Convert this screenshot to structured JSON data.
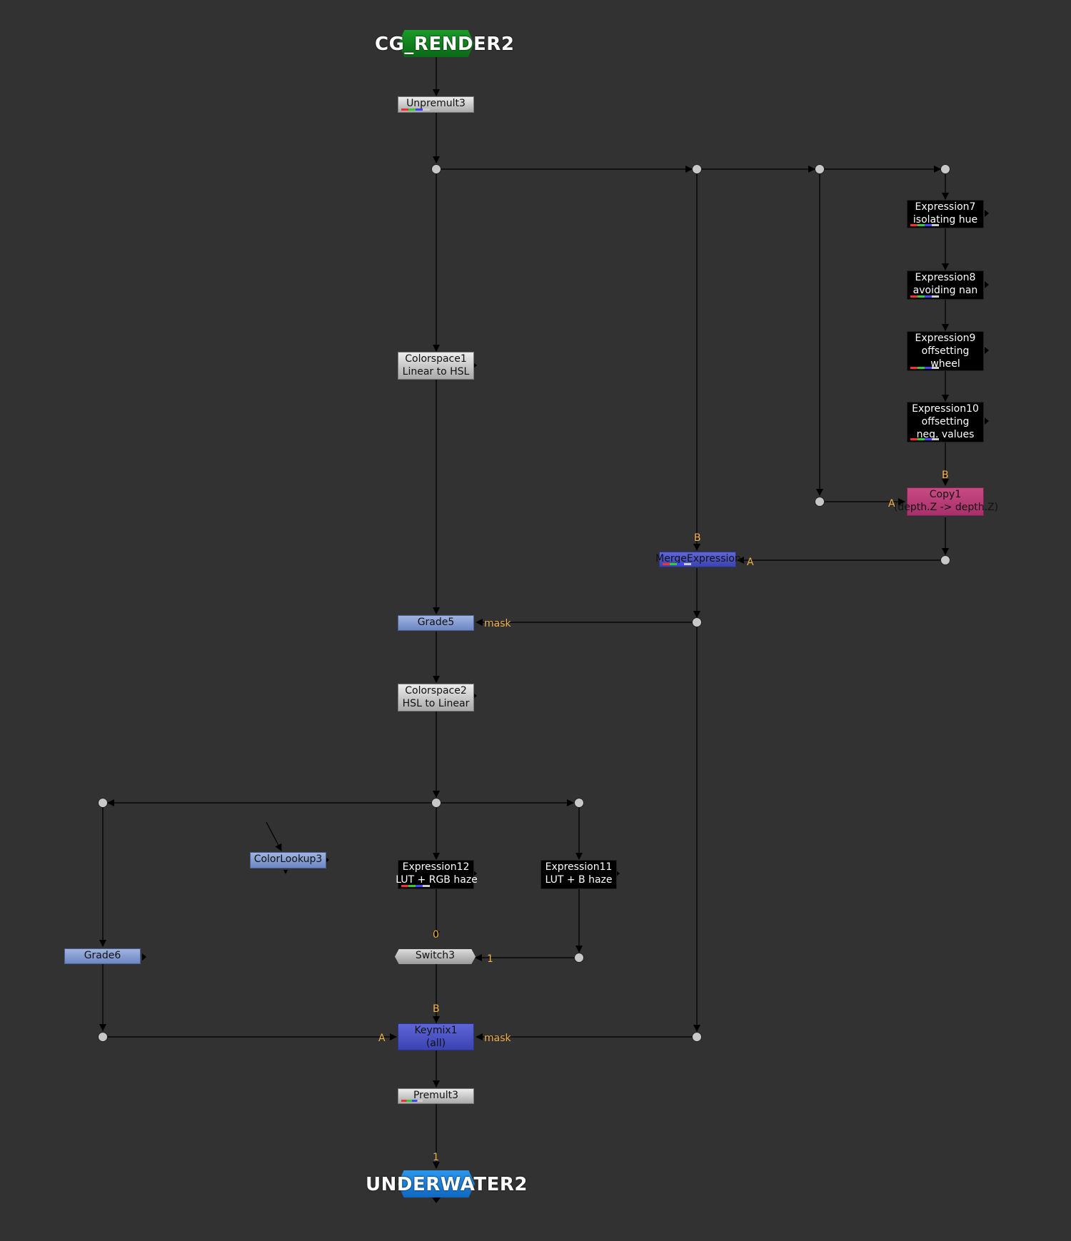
{
  "graph": {
    "read_node": {
      "title": "CG_RENDER2",
      "color": "#0a7a1a"
    },
    "write_node": {
      "title": "UNDERWATER2",
      "color": "#1a7fd6"
    },
    "nodes": {
      "unpremult": {
        "line1": "Unpremult3"
      },
      "colorspace1": {
        "line1": "Colorspace1",
        "line2": "Linear to HSL"
      },
      "grade5": {
        "line1": "Grade5"
      },
      "colorspace2": {
        "line1": "Colorspace2",
        "line2": "HSL to Linear"
      },
      "expression7": {
        "line1": "Expression7",
        "line2": "isolating hue"
      },
      "expression8": {
        "line1": "Expression8",
        "line2": "avoiding nan"
      },
      "expression9": {
        "line1": "Expression9",
        "line2": "offsetting",
        "line3": "wheel"
      },
      "expression10": {
        "line1": "Expression10",
        "line2": "offsetting",
        "line3": "neg. values"
      },
      "copy1": {
        "line1": "Copy1",
        "line2": "(depth.Z -> depth.Z)"
      },
      "mergeexpression": {
        "line1": "MergeExpression"
      },
      "colorlookup3": {
        "line1": "ColorLookup3"
      },
      "expression12": {
        "line1": "Expression12",
        "line2": "LUT + RGB haze"
      },
      "expression11": {
        "line1": "Expression11",
        "line2": "LUT + B haze"
      },
      "grade6": {
        "line1": "Grade6"
      },
      "switch3": {
        "line1": "Switch3"
      },
      "keymix1": {
        "line1": "Keymix1",
        "line2": "(all)"
      },
      "premult3": {
        "line1": "Premult3"
      }
    },
    "port_labels": {
      "copy_b": "B",
      "copy_a": "A",
      "merge_b": "B",
      "merge_a": "A",
      "grade5_mask": "mask",
      "switch_0": "0",
      "switch_1": "1",
      "keymix_b": "B",
      "keymix_a": "A",
      "keymix_mask": "mask",
      "write_1": "1"
    },
    "colors": {
      "background": "#323232",
      "wire": "#000000",
      "dot": "#c8c8c8",
      "port_label": "#f0b04a"
    }
  }
}
